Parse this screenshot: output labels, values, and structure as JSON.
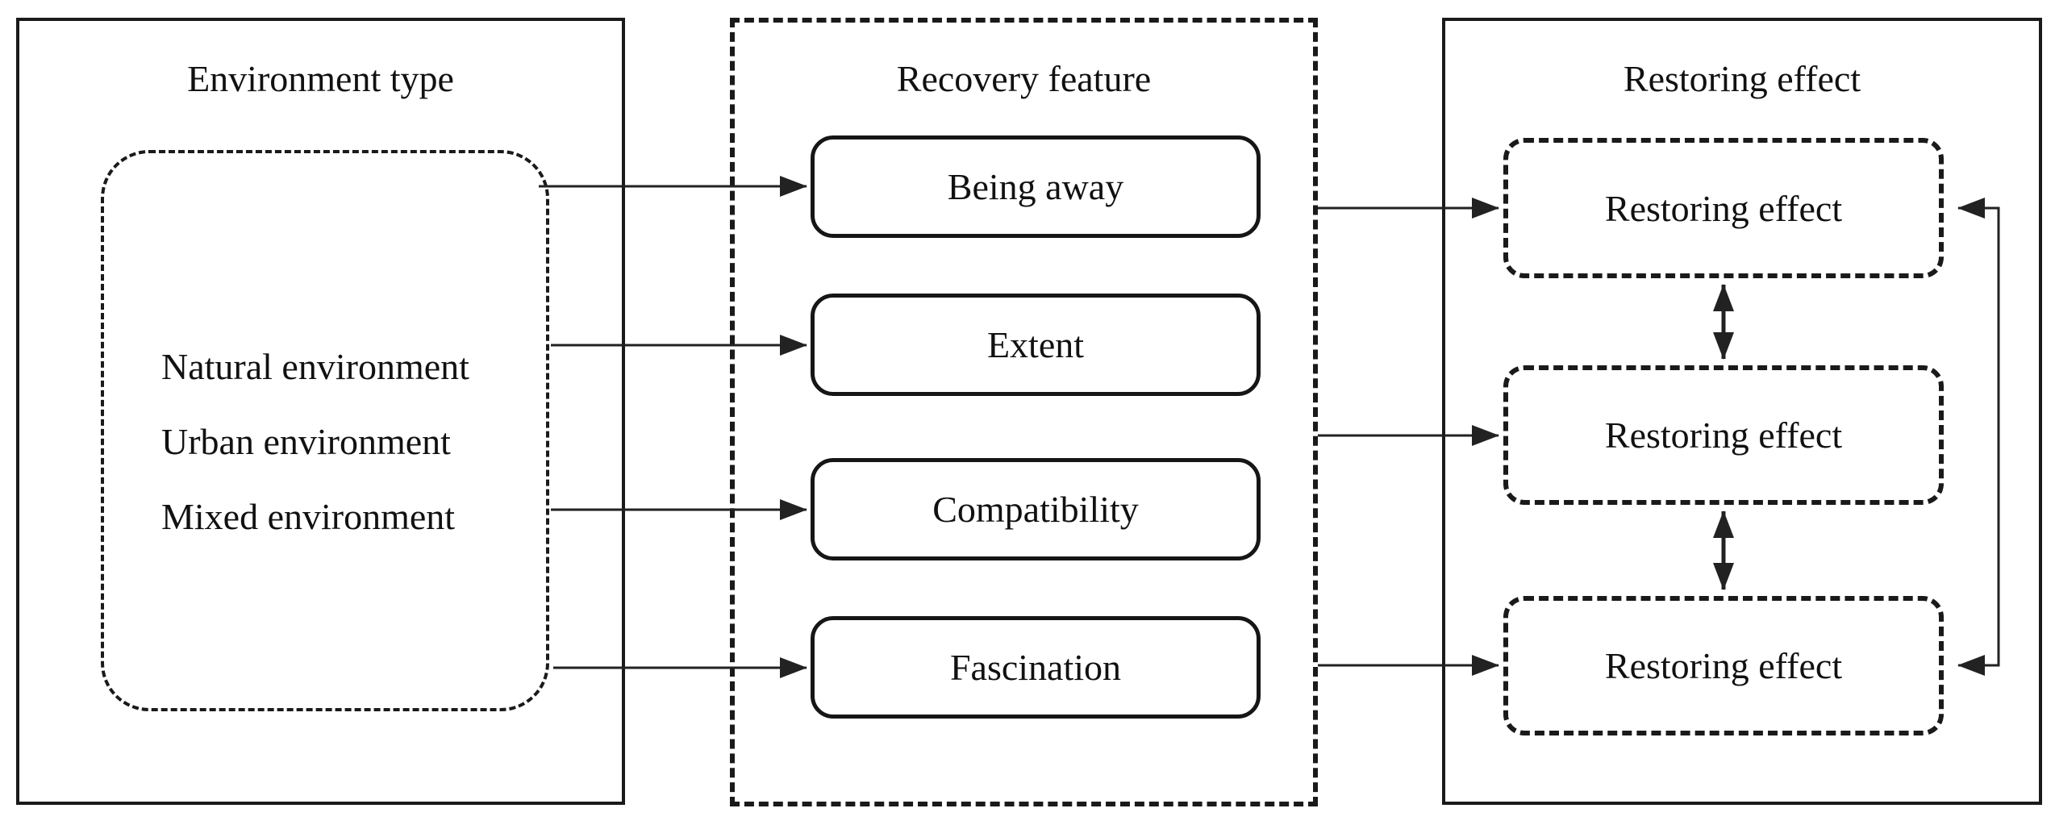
{
  "diagram": {
    "left_panel": {
      "title": "Environment type",
      "items": [
        "Natural environment",
        "Urban environment",
        "Mixed environment"
      ]
    },
    "middle_panel": {
      "title": "Recovery feature",
      "boxes": [
        "Being away",
        "Extent",
        "Compatibility",
        "Fascination"
      ]
    },
    "right_panel": {
      "title": "Restoring effect",
      "boxes": [
        "Restoring effect",
        "Restoring effect",
        "Restoring effect"
      ]
    },
    "colors": {
      "line": "#1a1a1a",
      "text": "#111111",
      "background": "#ffffff"
    }
  }
}
